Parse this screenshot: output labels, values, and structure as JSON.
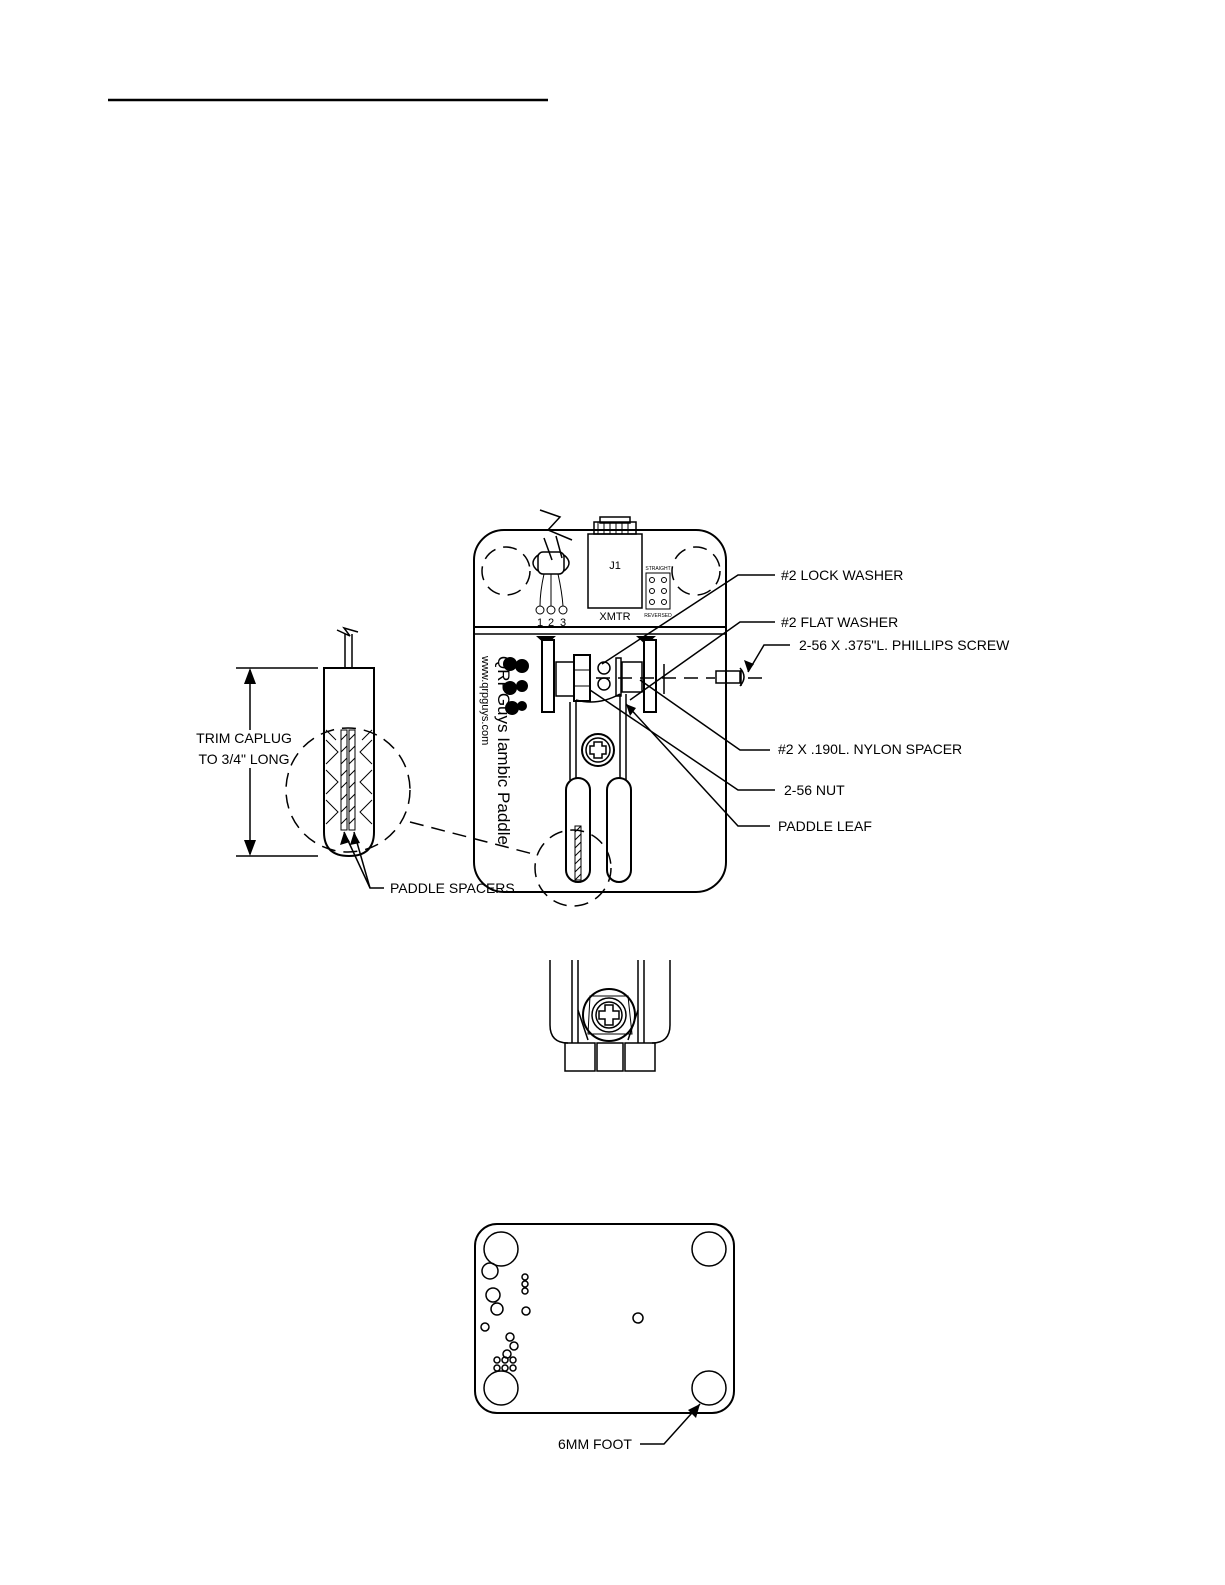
{
  "labels": {
    "lock_washer": "#2 LOCK WASHER",
    "flat_washer": "#2 FLAT WASHER",
    "phillips_screw": "2-56 X .375\"L. PHILLIPS SCREW",
    "nylon_spacer": "#2 X .190L. NYLON SPACER",
    "nut": "2-56 NUT",
    "paddle_leaf": "PADDLE LEAF",
    "trim_line1": "TRIM CAPLUG",
    "trim_line2": "TO 3/4\" LONG",
    "paddle_spacers": "PADDLE SPACERS",
    "foot": "6MM FOOT"
  },
  "pcb": {
    "connector": "J1",
    "xmtr": "XMTR",
    "pin1": "1",
    "pin2": "2",
    "pin3": "3",
    "straight": "STRAIGHT",
    "reversed": "REVERSED",
    "brand": "QRPGuys Iambic Paddle",
    "url": "www.qrpguys.com"
  }
}
